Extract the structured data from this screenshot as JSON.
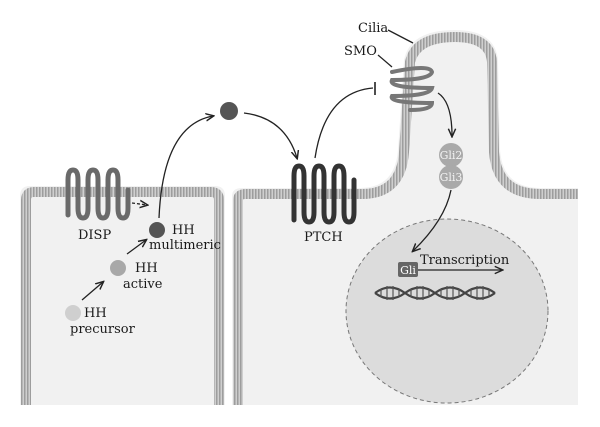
{
  "labels": {
    "cilia": "Cilia",
    "smo": "SMO",
    "disp": "DISP",
    "ptch": "PTCH",
    "hh_multimeric_1": "HH",
    "hh_multimeric_2": "multimeric",
    "hh_active_1": "HH",
    "hh_active_2": "active",
    "hh_precursor_1": "HH",
    "hh_precursor_2": "precursor",
    "gli2": "Gli2",
    "gli3": "Gli3",
    "gli": "Gli",
    "transcription": "Transcription"
  },
  "colors": {
    "membrane": "#b5b5b5",
    "cell_fill": "#f1f1f1",
    "receptor": "#5a5a5a",
    "ptch": "#333333",
    "nucleus": "#dcdcdc",
    "gli_bubble": "#a9a9a9",
    "hh_dark": "#555555",
    "hh_mid": "#a8a8a8",
    "hh_light": "#cfcfcf"
  }
}
